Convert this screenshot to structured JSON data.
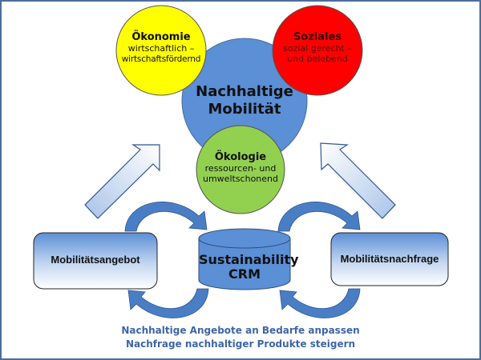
{
  "colors": {
    "frame": "#4a6e9c",
    "center_circle": "#5b8fd6",
    "economy_circle": "#ffff00",
    "social_circle": "#ff0000",
    "ecology_circle": "#92d050",
    "cylinder": "#5b8fd6",
    "curved_arrows": "#4a7ec4",
    "caption_text": "#3d66a8"
  },
  "center": {
    "title_line1": "Nachhaltige",
    "title_line2": "Mobilität"
  },
  "economy": {
    "title": "Ökonomie",
    "line1": "wirtschaftlich –",
    "line2": "wirtschaftsfördernd"
  },
  "social": {
    "title": "Soziales",
    "line1": "sozial gerecht –",
    "line2": "und belebend"
  },
  "ecology": {
    "title": "Ökologie",
    "line1": "ressourcen- und",
    "line2": "umweltschonend"
  },
  "supply_box": {
    "label": "Mobilitätsangebot"
  },
  "demand_box": {
    "label": "Mobilitätsnachfrage"
  },
  "crm": {
    "line1": "Sustainability",
    "line2": "CRM"
  },
  "caption": {
    "line1": "Nachhaltige Angebote an Bedarfe anpassen",
    "line2": "Nachfrage nachhaltiger Produkte steigern"
  }
}
